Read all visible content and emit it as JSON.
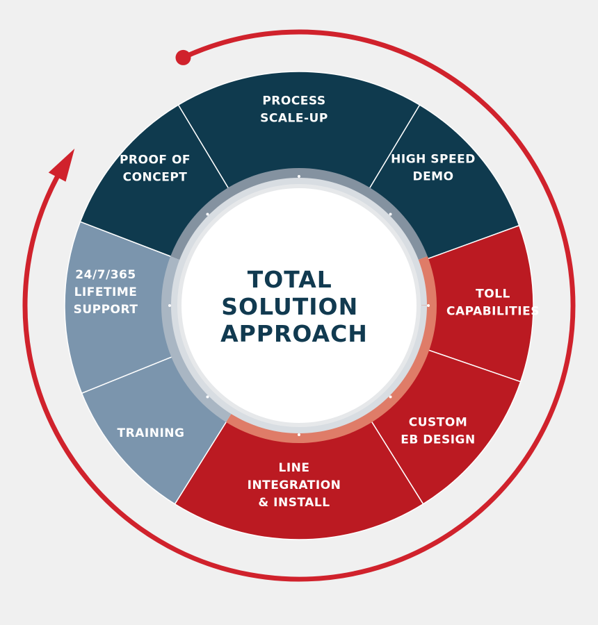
{
  "center_title": [
    "TOTAL",
    "SOLUTION",
    "APPROACH"
  ],
  "segments": [
    {
      "lines": [
        "PROCESS",
        "SCALE-UP"
      ]
    },
    {
      "lines": [
        "HIGH SPEED",
        "DEMO"
      ]
    },
    {
      "lines": [
        "TOLL",
        "CAPABILITIES"
      ]
    },
    {
      "lines": [
        "CUSTOM",
        "EB DESIGN"
      ]
    },
    {
      "lines": [
        "LINE",
        "INTEGRATION",
        "& INSTALL"
      ]
    },
    {
      "lines": [
        "TRAINING"
      ]
    },
    {
      "lines": [
        "24/7/365",
        "LIFETIME",
        "SUPPORT"
      ]
    },
    {
      "lines": [
        "PROOF OF",
        "CONCEPT"
      ]
    }
  ],
  "colors": {
    "navy": "#0f3a4e",
    "red": "#bb1a22",
    "slate": "#7b95ad",
    "arrow": "#d0222c",
    "center_text": "#113a50",
    "ring_gray": "#8a9aa8",
    "ring_orange": "#de7a66"
  }
}
